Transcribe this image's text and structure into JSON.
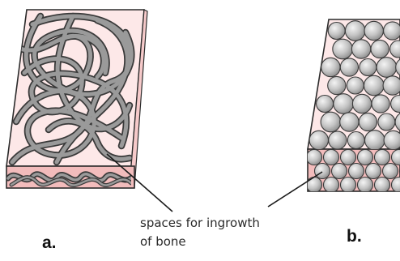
{
  "panel_a": {
    "label": "a."
  },
  "panel_b": {
    "label": "b."
  },
  "callout": {
    "line1": "spaces for ingrowth",
    "line2": "of bone"
  },
  "colors": {
    "block_face": "#fde8e8",
    "block_side": "#f2bcbc",
    "fiber": "#8f8f8f",
    "fiber_outline": "#3a3a3a",
    "sphere_light": "#f2f2f2",
    "sphere_dark": "#8a8a8a",
    "outline": "#2b2b2b"
  }
}
